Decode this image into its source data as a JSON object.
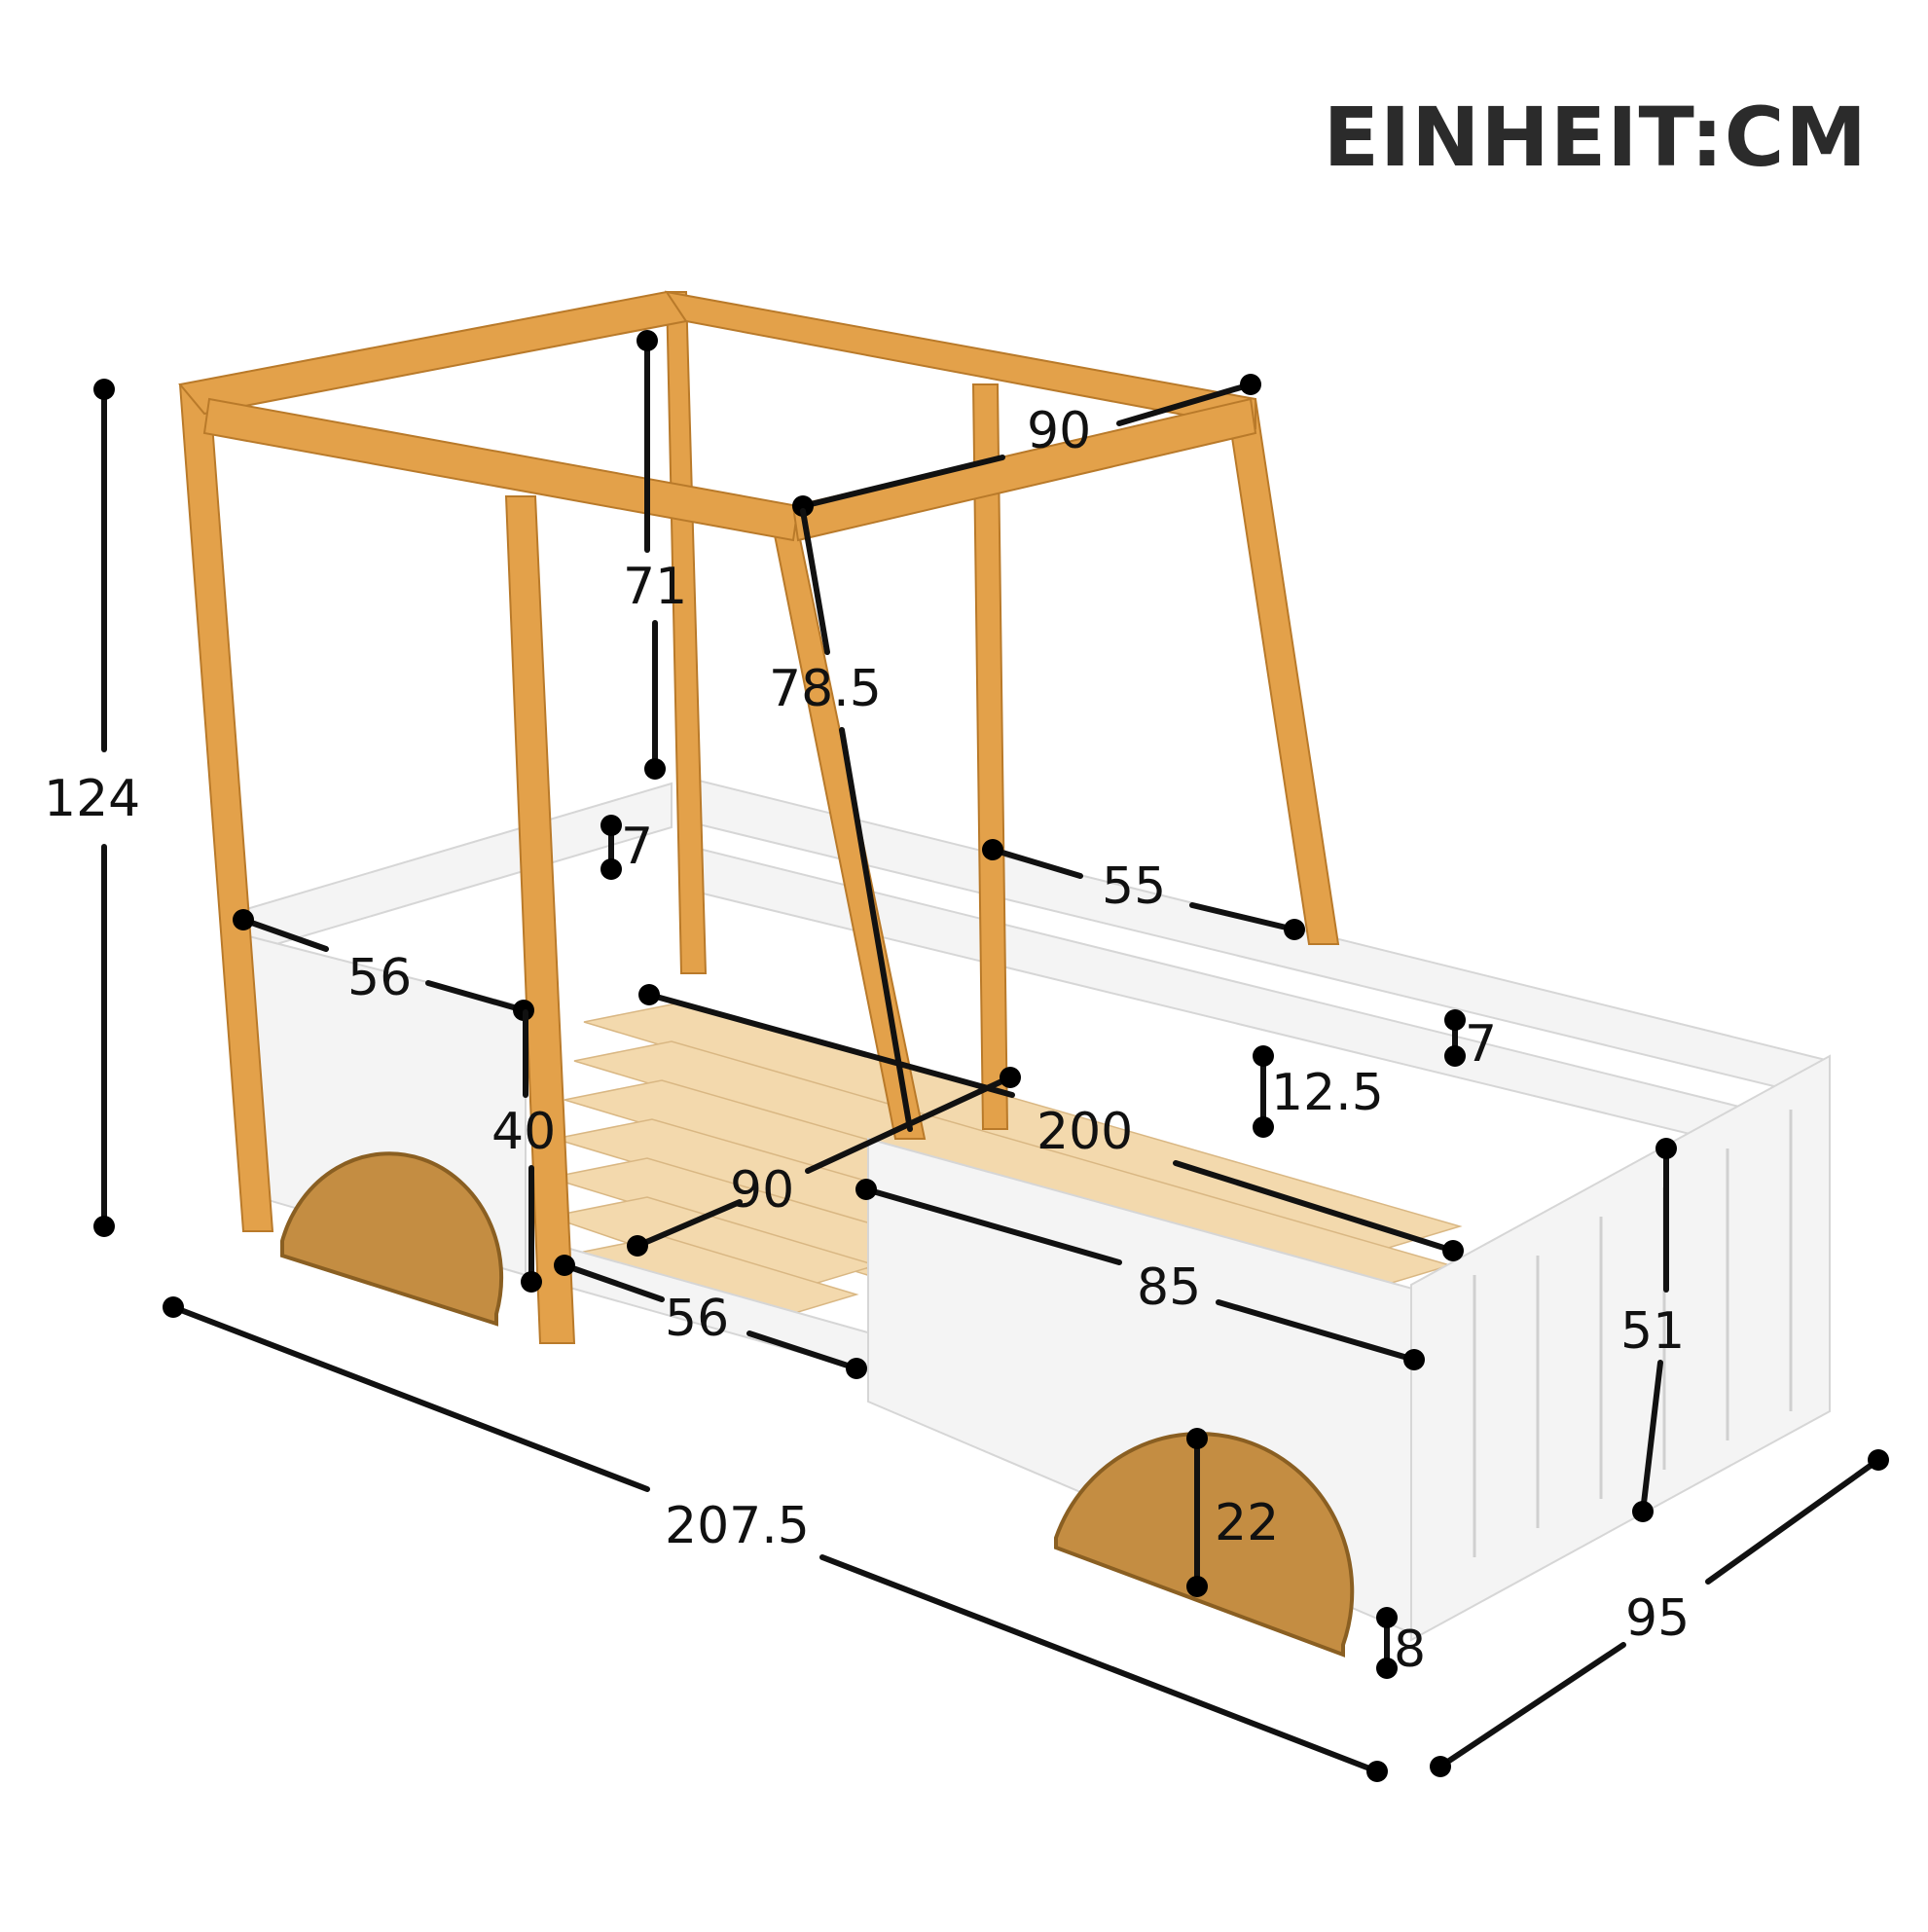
{
  "unit_label": "EINHEIT:CM",
  "dimensions": {
    "total_height": "124",
    "roof_width": "90",
    "roof_height": "71",
    "post_length": "78.5",
    "rail_spacing_left": "7",
    "rail_length": "55",
    "front_length": "56",
    "front_height": "40",
    "rail_gap": "12.5",
    "rail_spacing_right": "7",
    "mattress_length": "200",
    "mattress_width": "90",
    "side_panel_length": "85",
    "step_length": "56",
    "rear_height": "51",
    "total_length": "207.5",
    "wheel_height": "22",
    "ground_clearance": "8",
    "total_width": "95"
  },
  "colors": {
    "wood": "#e3a14a",
    "panel": "#f4f4f4",
    "dimension_line": "#111111"
  }
}
